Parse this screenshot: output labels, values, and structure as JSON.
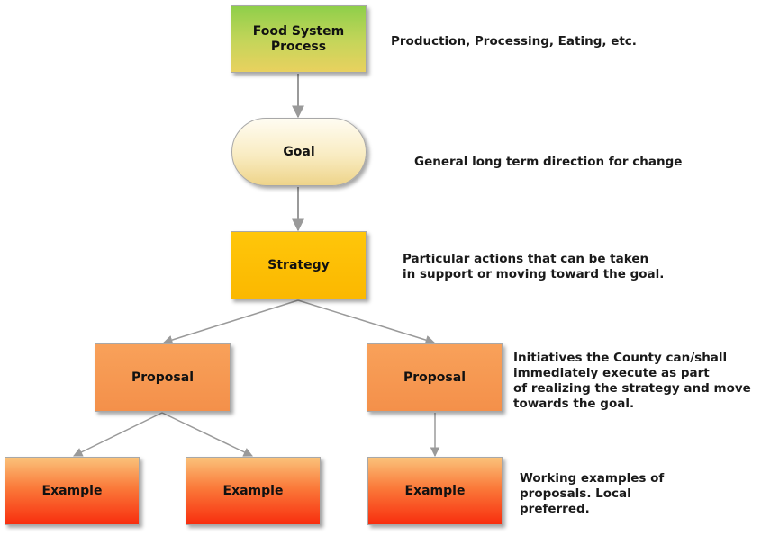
{
  "nodes": {
    "food_system_process": "Food System\nProcess",
    "goal": "Goal",
    "strategy": "Strategy",
    "proposal_left": "Proposal",
    "proposal_right": "Proposal",
    "example_1": "Example",
    "example_2": "Example",
    "example_3": "Example"
  },
  "descriptions": {
    "food_system_process": "Production, Processing, Eating, etc.",
    "goal": "General long term direction for change",
    "strategy": "Particular actions that can be taken\nin support or moving toward the goal.",
    "proposal": "Initiatives the County can/shall\nimmediately execute as part\nof realizing the strategy and move\ntowards the goal.",
    "example": "Working examples of\nproposals. Local\npreferred."
  },
  "colors": {
    "connector": "#9a9a9a",
    "strategy_fill": "#ffc000",
    "proposal_fill": "#f79646",
    "example_fill": "#ff0000"
  }
}
